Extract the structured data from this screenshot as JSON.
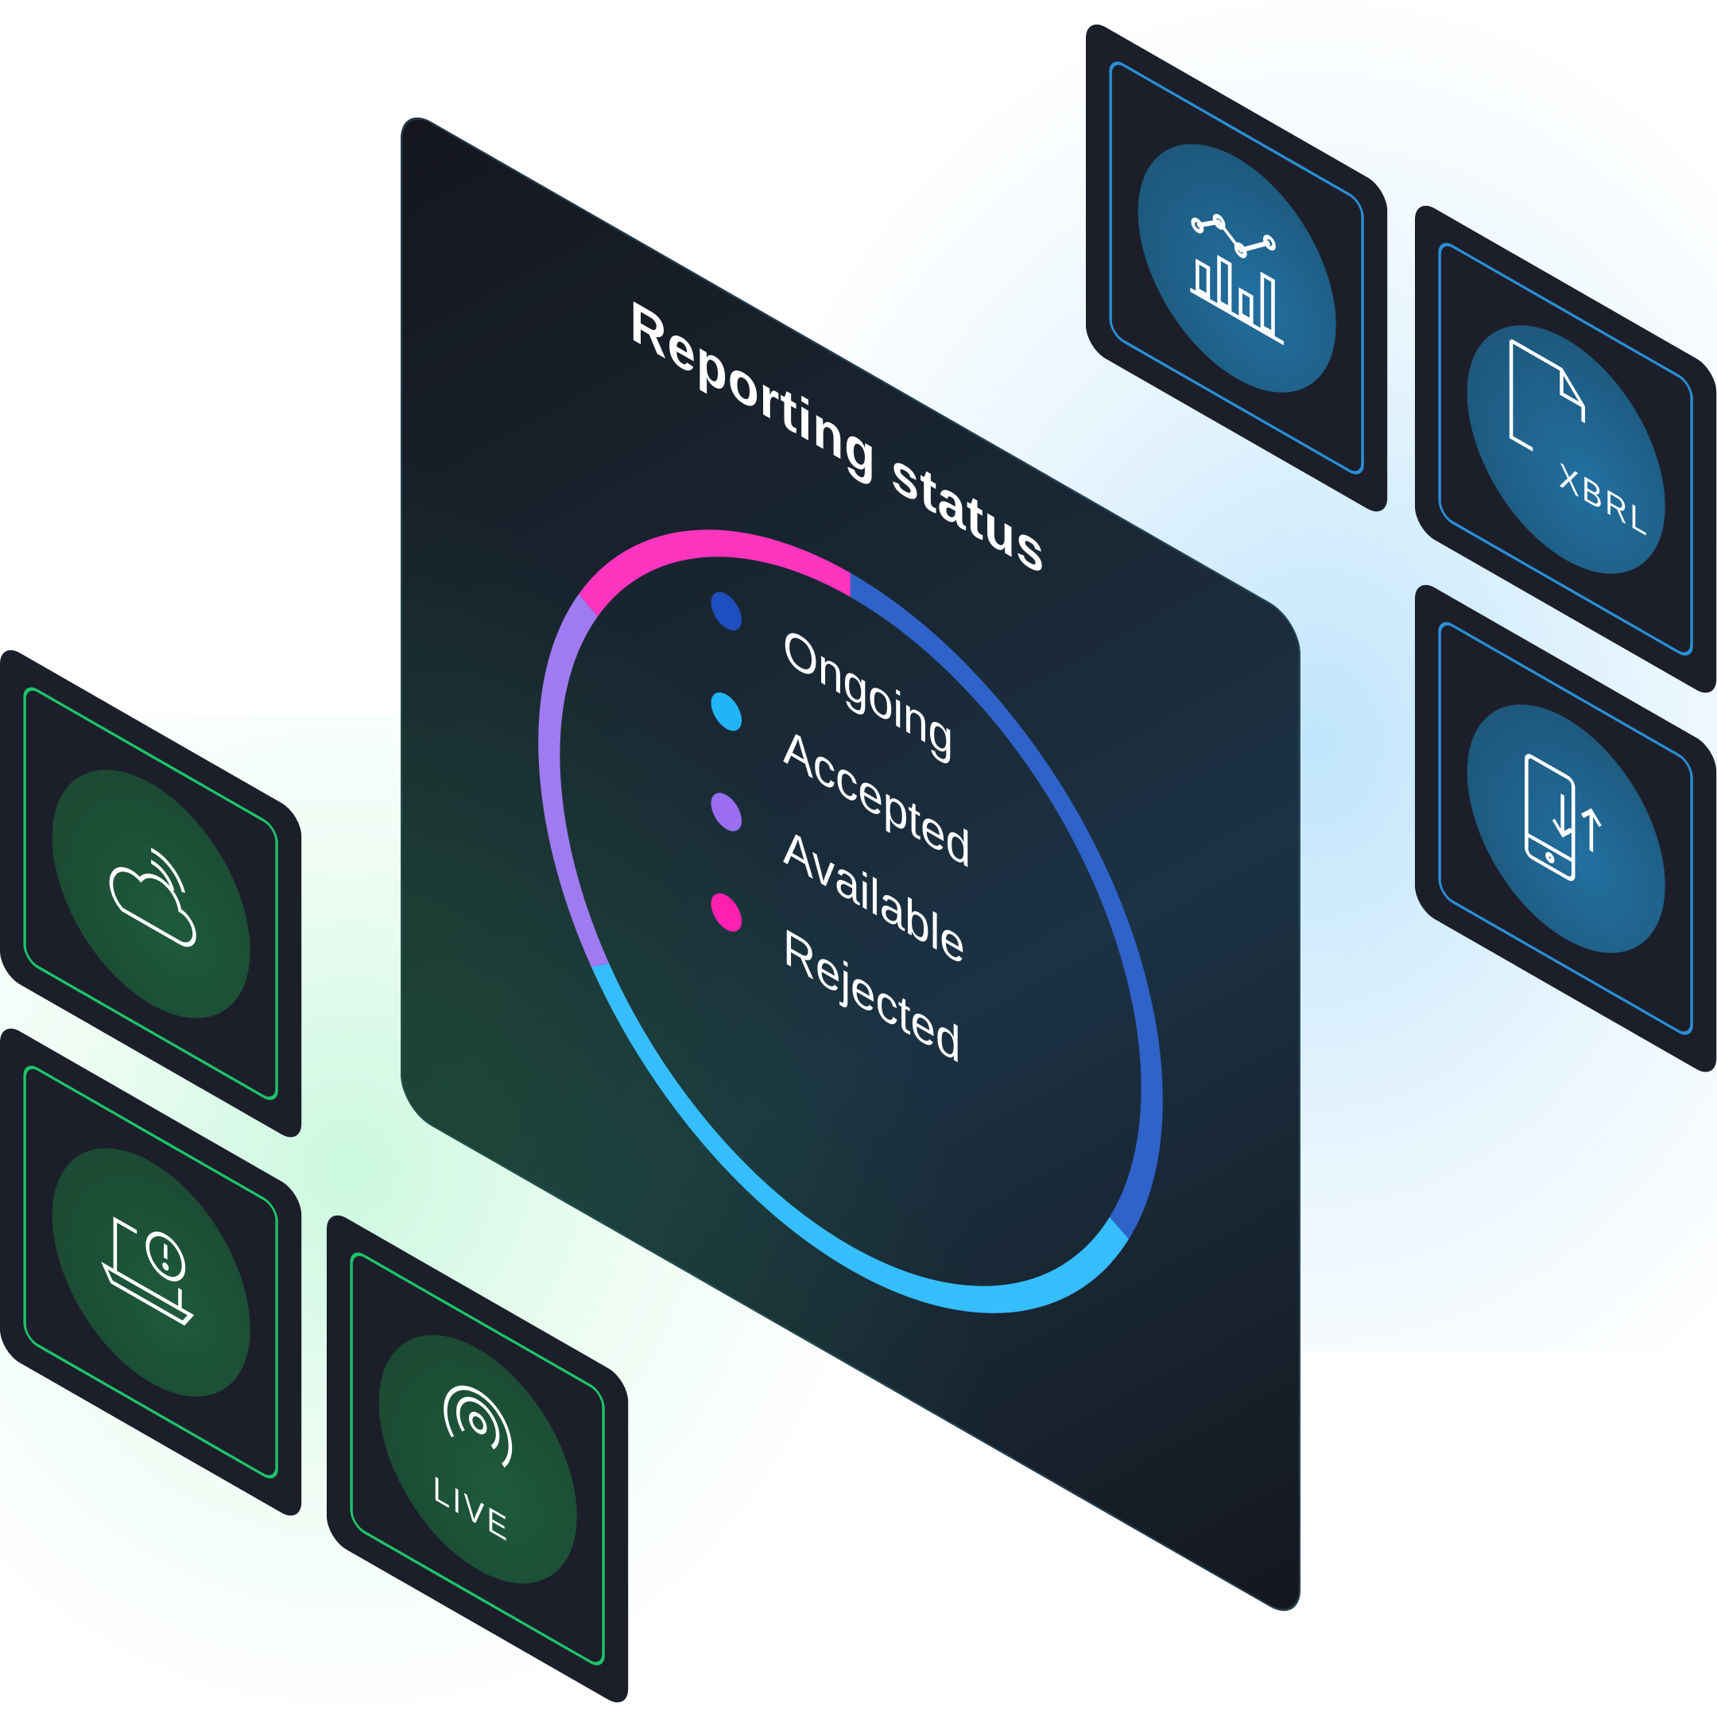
{
  "title": "Reporting status",
  "legend": [
    {
      "label": "Ongoing",
      "color": "#1e4fc0"
    },
    {
      "label": "Accepted",
      "color": "#22b5f5"
    },
    {
      "label": "Available",
      "color": "#9b6ef0"
    },
    {
      "label": "Rejected",
      "color": "#ff1fb0"
    }
  ],
  "chart_data": {
    "type": "pie",
    "title": "Reporting status",
    "categories": [
      "Rejected",
      "Ongoing",
      "Accepted",
      "Available"
    ],
    "values": [
      16.8,
      32.5,
      33.1,
      17.6
    ],
    "colors": [
      "#ff35c0",
      "#2f63c9",
      "#35bdfc",
      "#a07af0"
    ],
    "start_angle_deg": 209.5
  },
  "tiles": [
    {
      "icon": "analytics-chart-icon",
      "theme": "blue"
    },
    {
      "icon": "xbrl-document-icon",
      "theme": "blue",
      "label": "XBRL"
    },
    {
      "icon": "mobile-transfer-icon",
      "theme": "blue"
    },
    {
      "icon": "cloud-signal-icon",
      "theme": "green"
    },
    {
      "icon": "laptop-alert-icon",
      "theme": "green"
    },
    {
      "icon": "live-broadcast-icon",
      "theme": "green",
      "label": "LIVE"
    }
  ]
}
